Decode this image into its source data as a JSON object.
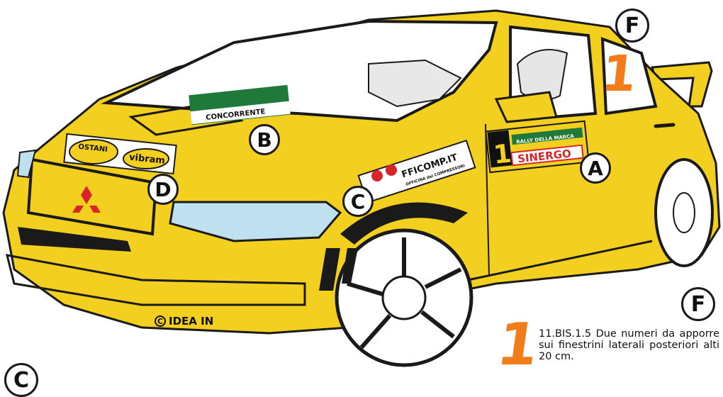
{
  "markers": {
    "a": "A",
    "b": "B",
    "c": "C",
    "d": "D",
    "f_top": "F",
    "f_note": "F",
    "c_bottom": "C"
  },
  "window_number": "1",
  "decals": {
    "hood_plate": "CONCORRENTE",
    "fficomp_brand": "FFICOMP.IT",
    "fficomp_sub": "OFFICINA dei COMPRESSORI",
    "rally_title": "RALLY DELLA MARCA",
    "sinergo": "SINERGO",
    "door_number": "1",
    "ostani": "OSTANI",
    "vibram": "vibram"
  },
  "credit": "IDEA IN",
  "note": {
    "number": "1",
    "text": "11.BIS.1.5 Due numeri da apporre sui finestrini laterali posteriori alti 20 cm."
  },
  "colors": {
    "body": "#f3cf1f",
    "outline": "#1a1a1a",
    "glass": "#ffffff",
    "headlight": "#bfe0ee",
    "accent_number": "#f07d1a",
    "decal_green": "#1f7a3a",
    "decal_red": "#d7262b"
  }
}
